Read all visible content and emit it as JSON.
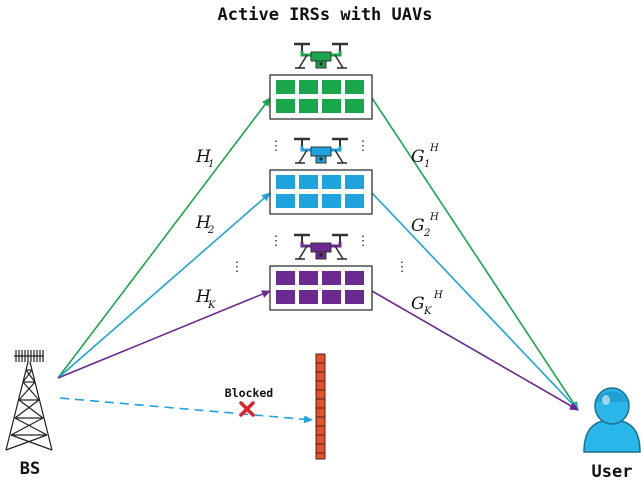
{
  "diagram": {
    "title": "Active IRSs with UAVs",
    "bs_label": "BS",
    "user_label": "User",
    "blocked_label": "Blocked",
    "channels": {
      "h1": {
        "main": "H",
        "sub": "1"
      },
      "h2": {
        "main": "H",
        "sub": "2"
      },
      "hk": {
        "main": "H",
        "sub": "K"
      },
      "g1": {
        "main": "G",
        "sub": "1",
        "sup": "H"
      },
      "g2": {
        "main": "G",
        "sub": "2",
        "sup": "H"
      },
      "gk": {
        "main": "G",
        "sub": "K",
        "sup": "H"
      }
    },
    "ellipsis": "⋮",
    "irs_blocks": [
      {
        "name": "irs-1",
        "color": "#1aa64a"
      },
      {
        "name": "irs-2",
        "color": "#1ea3dd"
      },
      {
        "name": "irs-k",
        "color": "#6b2a8f"
      }
    ],
    "colors": {
      "green": "#1aa64a",
      "blue": "#1ea3dd",
      "purple": "#6b2a8f",
      "blocked_link": "#1ea3dd",
      "obstacle": "#e0532c",
      "cross": "#e0202a"
    },
    "icons": [
      "antenna-tower-icon",
      "drone-icon",
      "user-avatar-icon",
      "blocked-cross-icon"
    ]
  }
}
